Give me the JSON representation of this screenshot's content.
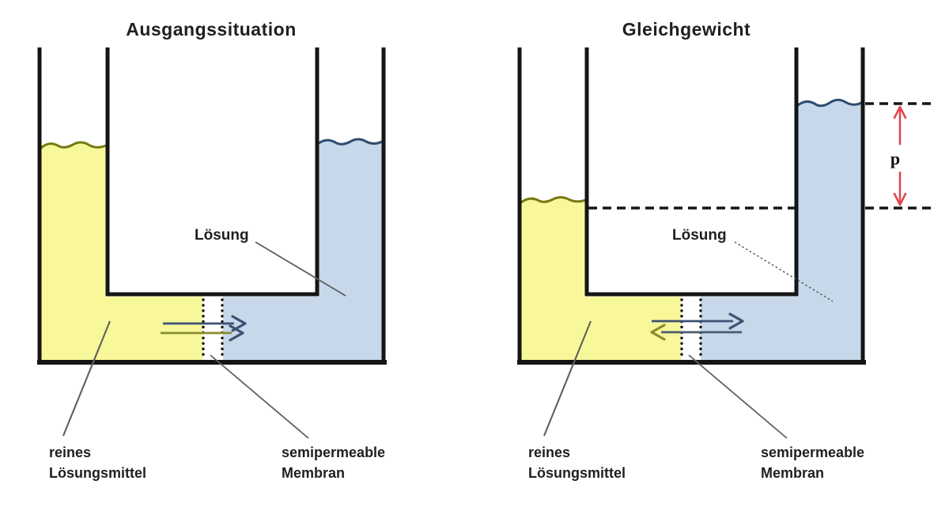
{
  "colors": {
    "wall": "#151515",
    "solvent_fill": "#f8f89b",
    "solution_fill": "#c6d8ea",
    "solvent_line": "#75790e",
    "solution_line": "#2e4d70",
    "arrow_navy": "#3c5173",
    "arrow_olive": "#8a8c2e",
    "arrow_slate": "#4c5b6e",
    "pressure_red": "#e04753",
    "leader": "#5f5f5f",
    "text": "#1f1f1f"
  },
  "left": {
    "title": "Ausgangssituation",
    "solution_label": "Lösung",
    "solvent_label": [
      "reines",
      "Lösungsmittel"
    ],
    "membrane_label": [
      "semipermeable",
      "Membran"
    ]
  },
  "right": {
    "title": "Gleichgewicht",
    "solution_label": "Lösung",
    "solvent_label": [
      "reines",
      "Lösungsmittel"
    ],
    "membrane_label": [
      "semipermeable",
      "Membran"
    ],
    "pressure_label": "p"
  }
}
